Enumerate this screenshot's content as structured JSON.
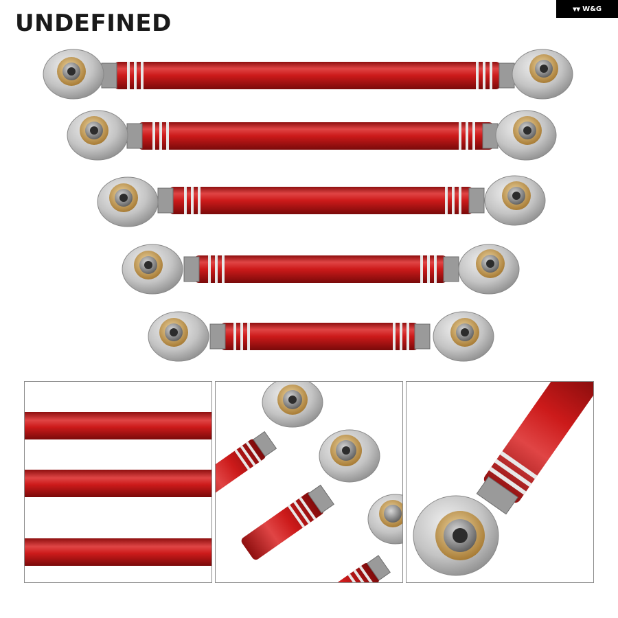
{
  "brand": {
    "title": "UNDEFINED"
  },
  "logo": {
    "text": "W&G"
  },
  "product": {
    "rod_color": "#cc1a1a",
    "rod_highlight": "#e85050",
    "ring_color": "#e8e8e8",
    "metal_color": "#c7c7c7",
    "bushing_color": "#c9a15a",
    "hex_nut_color": "#9a9a9a",
    "rod_count": 5
  },
  "detail_panels": [
    {
      "id": "rod-closeup",
      "subject": "red-rods"
    },
    {
      "id": "rod-end-closeup",
      "subject": "rod-ends"
    },
    {
      "id": "single-joint-closeup",
      "subject": "rod-end-joint"
    }
  ]
}
